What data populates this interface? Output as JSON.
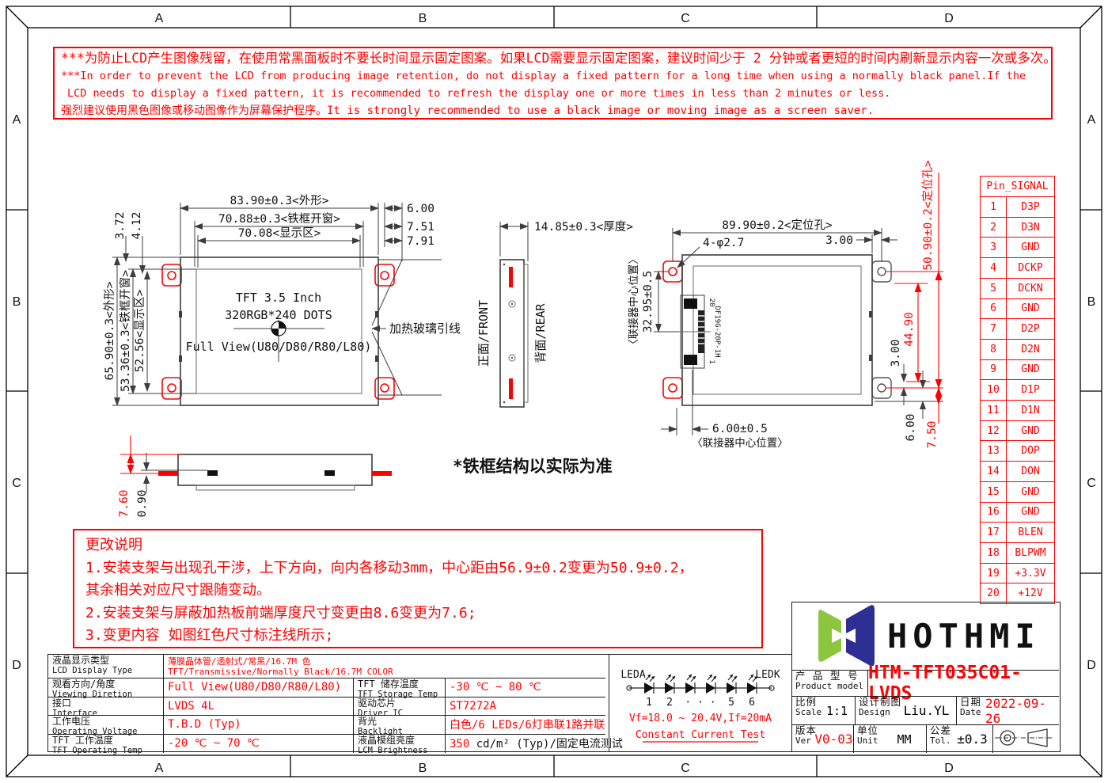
{
  "colors": {
    "red": "#ff0000",
    "line": "#3d3d3d",
    "logo_green": "#8cc63e",
    "logo_navy": "#2d3092"
  },
  "sheet": {
    "zones": [
      "A",
      "B",
      "C",
      "D"
    ]
  },
  "warning": {
    "line1": "***为防止LCD产生图像残留，在使用常黑面板时不要长时间显示固定图案。如果LCD需要显示固定图案，建议时间少于 2 分钟或者更短的时间内刷新显示内容一次或多次。",
    "line2": "***In order to prevent the LCD from producing image retention, do not display a fixed pattern for a long time when using a normally black panel.If the",
    "line3": "LCD needs to display a fixed pattern, it is recommended to refresh the display one or more times in less than 2 minutes or less.",
    "line4": "强烈建议使用黑色图像或移动图像作为屏幕保护程序。It is strongly recommended to use a black image or moving image as a screen saver."
  },
  "front_view": {
    "line1": "TFT 3.5 Inch",
    "line2": "320RGB*240 DOTS",
    "line3": "Full View(U80/D80/R80/L80)",
    "dim_width_outline": "83.90±0.3<外形>",
    "dim_width_frame": "70.88±0.3<铁框开窗>",
    "dim_width_active": "70.08<显示区>",
    "dim_right_1": "6.00",
    "dim_right_2": "7.51",
    "dim_right_3": "7.91",
    "dim_height_outline": "65.90±0.3<外形>",
    "dim_height_frame": "53.36±0.3<铁框开窗>",
    "dim_height_active": "52.56<显示区>",
    "dim_top_1": "3.72",
    "dim_top_2": "4.12",
    "heater_label": "加热玻璃引线"
  },
  "side_view": {
    "dim_thickness": "14.85±0.3<厚度>",
    "front_label": "正面/FRONT",
    "rear_label": "背面/REAR"
  },
  "rear_view": {
    "dim_holes_h": "89.90±0.2<定位孔>",
    "holes_note": "4-φ2.7",
    "dim_3_top": "3.00",
    "dim_holes_v": "50.90±0.2<定位孔>",
    "dim_4490": "44.90",
    "dim_3_right": "3.00",
    "dim_6_bottom": "6.00",
    "dim_750": "7.50",
    "dim_conn_x": "6.00±0.5",
    "conn_label_bottom": "〈联接器中心位置〉",
    "conn_label_left": "〈联接器中心位置〉",
    "dim_conn_y": "32.95±0.5",
    "connector_model": "DF19G-20P-1H",
    "pin_top": "20",
    "pin_bottom": "1"
  },
  "bottom_view": {
    "dim_760": "7.60",
    "dim_090": "0.90"
  },
  "frame_note": "*铁框结构以实际为准",
  "change_notes": {
    "title": "更改说明",
    "line1": "1.安装支架与出现孔干涉，上下方向，向内各移动3mm，中心距由56.9±0.2变更为50.9±0.2，",
    "line2": "其余相关对应尺寸跟随变动。",
    "line3": "2.安装支架与屏蔽加热板前端厚度尺寸变更由8.6变更为7.6;",
    "line4": "3.变更内容 如图红色尺寸标注线所示;"
  },
  "spec_table": {
    "r1_label_cn": "液晶显示类型",
    "r1_label_en": "LCD Display Type",
    "r1_value_cn": "薄膜晶体管/透射式/常黑/16.7M 色",
    "r1_value_en": "TFT/Transmissive/Normally Black/16.7M COLOR",
    "r2_label_cn": "观看方向/角度",
    "r2_label_en": "Viewing Diretion",
    "r2_value": "Full View(U80/D80/R80/L80)",
    "r2b_label_cn": "TFT 储存温度",
    "r2b_label_en": "TFT Storage Temp",
    "r2b_value": "-30 ℃ ~ 80 ℃",
    "r3_label_cn": "接口",
    "r3_label_en": "Interface",
    "r3_value": "LVDS 4L",
    "r3b_label_cn": "驱动芯片",
    "r3b_label_en": "Driver IC",
    "r3b_value": "ST7272A",
    "r4_label_cn": "工作电压",
    "r4_label_en": "Operating Voltage",
    "r4_value": "T.B.D (Typ)",
    "r4b_label_cn": "背光",
    "r4b_label_en": "Backlight",
    "r4b_value": "白色/6 LEDs/6灯串联1路并联",
    "r5_label_cn": "TFT 工作温度",
    "r5_label_en": "TFT Operating Temp",
    "r5_value": "-20 ℃ ~ 70 ℃",
    "r5b_label_cn": "液晶模组亮度",
    "r5b_label_en": "LCM Brightness",
    "r5b_value_num": "350",
    "r5b_value_rest": " cd/m² (Typ)/固定电流测试"
  },
  "led": {
    "label_a": "LEDA",
    "label_k": "LEDK",
    "numbers": [
      "1",
      "2",
      "· · ·",
      "5",
      "6"
    ],
    "spec": "Vf=18.0 ~ 20.4V,If=20mA",
    "test": "Constant Current Test"
  },
  "title_block": {
    "brand": "HOTHMI",
    "product_label_cn": "产 品 型 号",
    "product_label_en": "Product model",
    "product_model": "HTM-TFT035C01-LVDS",
    "scale_cn": "比例",
    "scale_en": "Scale",
    "scale_value": "1:1",
    "design_cn": "设计制图",
    "design_en": "Design",
    "design_value": "Liu.YL",
    "date_cn": "日期",
    "date_en": "Date",
    "date_value": "2022-09-26",
    "ver_cn": "版本",
    "ver_en": "Ver",
    "ver_value": "V0-03",
    "unit_cn": "单位",
    "unit_en": "Unit",
    "unit_value": "MM",
    "tol_cn": "公差",
    "tol_en": "Tol.",
    "tol_value": "±0.3"
  },
  "pin_table": {
    "header": "Pin_SIGNAL",
    "rows": [
      {
        "pin": "1",
        "signal": "D3P"
      },
      {
        "pin": "2",
        "signal": "D3N"
      },
      {
        "pin": "3",
        "signal": "GND"
      },
      {
        "pin": "4",
        "signal": "DCKP"
      },
      {
        "pin": "5",
        "signal": "DCKN"
      },
      {
        "pin": "6",
        "signal": "GND"
      },
      {
        "pin": "7",
        "signal": "D2P"
      },
      {
        "pin": "8",
        "signal": "D2N"
      },
      {
        "pin": "9",
        "signal": "GND"
      },
      {
        "pin": "10",
        "signal": "D1P"
      },
      {
        "pin": "11",
        "signal": "D1N"
      },
      {
        "pin": "12",
        "signal": "GND"
      },
      {
        "pin": "13",
        "signal": "DOP"
      },
      {
        "pin": "14",
        "signal": "DON"
      },
      {
        "pin": "15",
        "signal": "GND"
      },
      {
        "pin": "16",
        "signal": "GND"
      },
      {
        "pin": "17",
        "signal": "BLEN"
      },
      {
        "pin": "18",
        "signal": "BLPWM"
      },
      {
        "pin": "19",
        "signal": "+3.3V"
      },
      {
        "pin": "20",
        "signal": "+12V"
      }
    ]
  }
}
